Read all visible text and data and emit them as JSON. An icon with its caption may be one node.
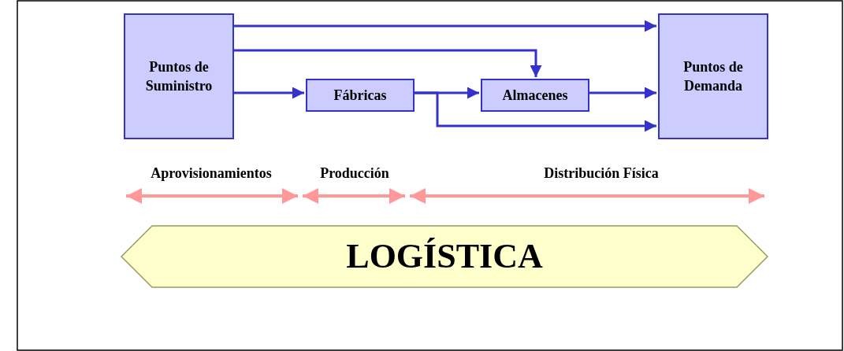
{
  "diagram": {
    "nodes": [
      {
        "text": [
          "Puntos de Suministro"
        ]
      },
      {
        "text": [
          "Fábricas"
        ]
      },
      {
        "text": [
          "Almacenes"
        ]
      },
      {
        "text": [
          "Puntos de Demanda"
        ]
      },
      {
        "text": [
          "LOGÍSTICA"
        ]
      }
    ],
    "edges": [
      {
        "from": 0,
        "to": 3,
        "arrow": "to"
      },
      {
        "from": 0,
        "to": 2,
        "arrow": "to"
      },
      {
        "from": 0,
        "to": 1,
        "arrow": "to"
      },
      {
        "from": 1,
        "to": 2,
        "arrow": "to"
      },
      {
        "from": 2,
        "to": 3,
        "arrow": "to"
      },
      {
        "from": 1,
        "to": 3,
        "arrow": "to"
      }
    ],
    "labels": [
      "Aprovisionamientos",
      "Producción",
      "Distribución Física"
    ]
  }
}
